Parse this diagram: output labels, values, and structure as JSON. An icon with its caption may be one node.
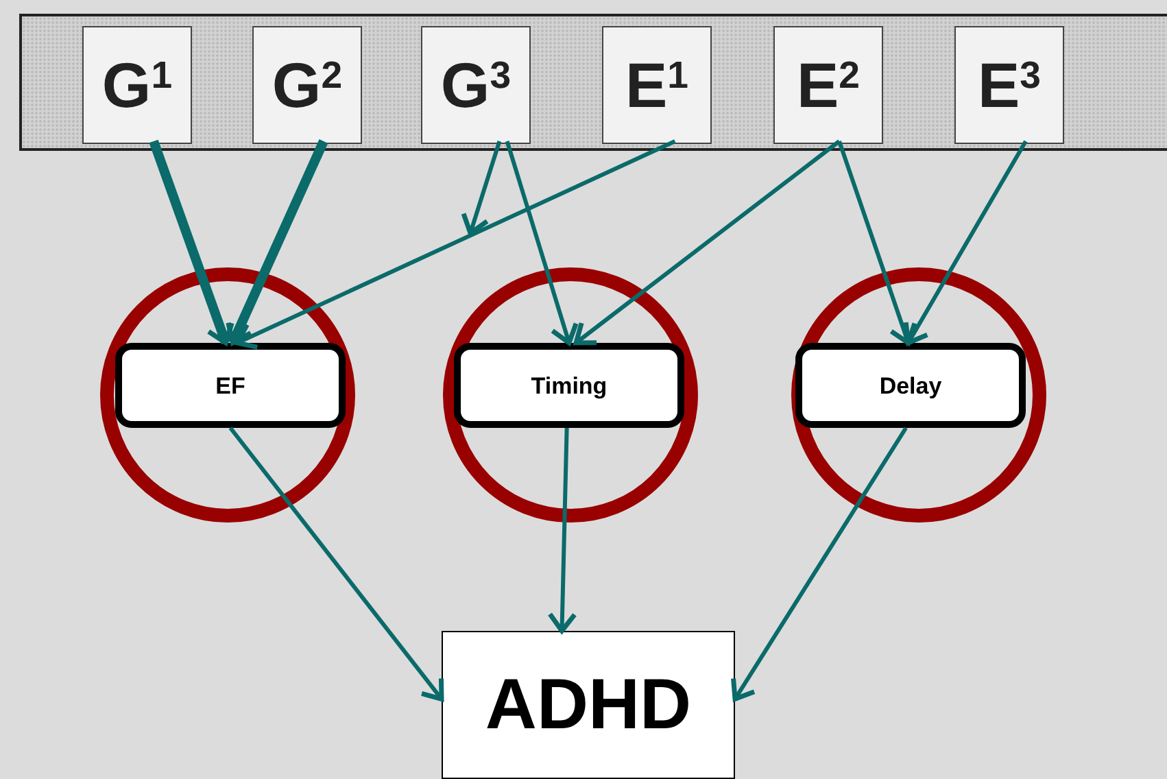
{
  "diagram": {
    "nodes": [
      {
        "text": [],
        "shape": "box"
      },
      {
        "text": [
          "G$^{1}$"
        ],
        "in": 0
      },
      {
        "text": [
          "G$^{2}$"
        ],
        "in": 0
      },
      {
        "text": [
          "G$^{3}$"
        ],
        "in": 0
      },
      {
        "text": [
          "E$^{1}$"
        ],
        "in": 0
      },
      {
        "text": [
          "E$^{2}$"
        ],
        "in": 0
      },
      {
        "text": [
          "E$^{3}$"
        ],
        "in": 0
      },
      {
        "text": [],
        "shape": "circle"
      },
      {
        "text": [
          "EF"
        ],
        "in": 7
      },
      {
        "text": [],
        "shape": "circle"
      },
      {
        "text": [
          "Timing"
        ],
        "in": 9
      },
      {
        "text": [],
        "shape": "circle"
      },
      {
        "text": [
          "Delay"
        ],
        "in": 11
      },
      {
        "text": [
          "ADHD"
        ]
      }
    ],
    "edges": [
      {
        "from": 1,
        "to": 8,
        "arrow": "to",
        "style": "thick"
      },
      {
        "from": 2,
        "to": 8,
        "arrow": "to",
        "style": "thick"
      },
      {
        "from": 3,
        "to": null,
        "arrow": "to"
      },
      {
        "from": 3,
        "to": 10,
        "arrow": "to"
      },
      {
        "from": 4,
        "to": 8,
        "arrow": "to"
      },
      {
        "from": 5,
        "to": 10,
        "arrow": "to"
      },
      {
        "from": 5,
        "to": 12,
        "arrow": "to"
      },
      {
        "from": 6,
        "to": 12,
        "arrow": "to"
      },
      {
        "from": 8,
        "to": 13,
        "arrow": "to"
      },
      {
        "from": 10,
        "to": 13,
        "arrow": "to"
      },
      {
        "from": 12,
        "to": 13,
        "arrow": "to"
      }
    ]
  }
}
